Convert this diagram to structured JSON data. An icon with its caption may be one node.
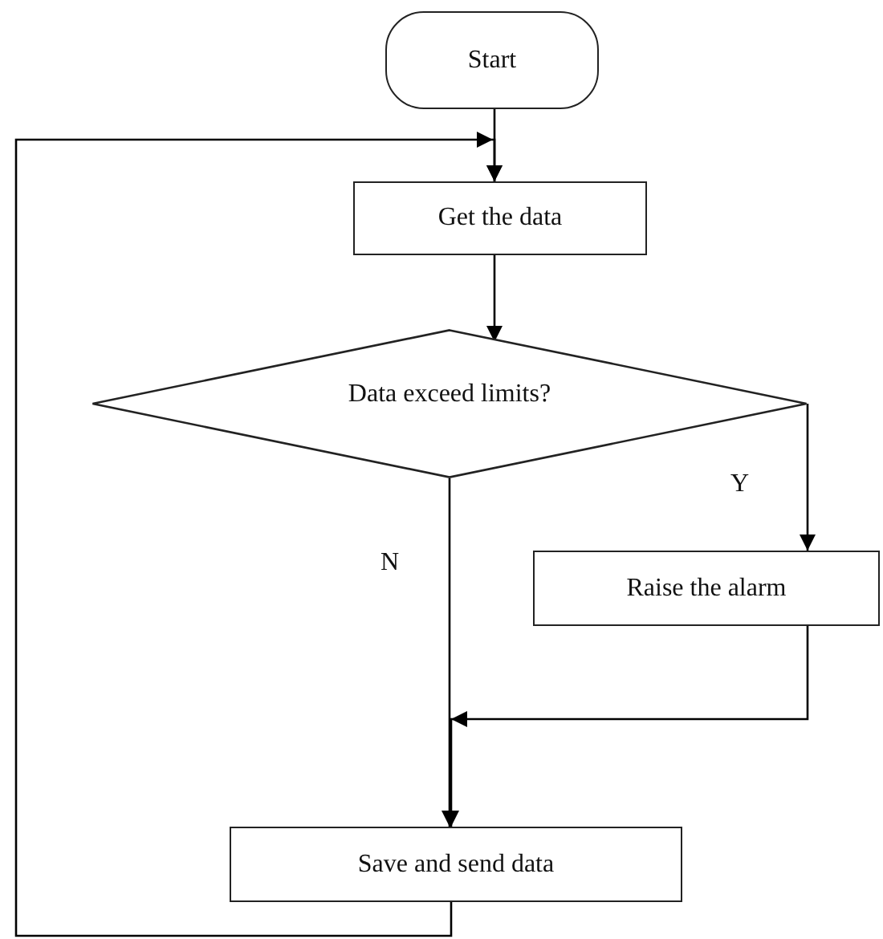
{
  "diagram": {
    "nodes": [
      {
        "text": [
          "Start"
        ]
      },
      {
        "text": [
          "Get the data"
        ]
      },
      {
        "text": [
          "Data exceed limits?"
        ]
      },
      {
        "text": [
          "Raise the alarm"
        ]
      },
      {
        "text": [
          "Save and send data"
        ]
      }
    ],
    "edges": [
      {
        "from": 0,
        "to": 1,
        "arrow": "to"
      },
      {
        "from": 1,
        "to": 2,
        "arrow": "to"
      },
      {
        "from": 2,
        "to": 3,
        "arrow": "to",
        "label": "Y"
      },
      {
        "from": 2,
        "to": 4,
        "arrow": "to",
        "label": "N"
      },
      {
        "from": 3,
        "to": 4,
        "arrow": "to"
      },
      {
        "from": 4,
        "to": 1,
        "arrow": "to"
      }
    ]
  }
}
